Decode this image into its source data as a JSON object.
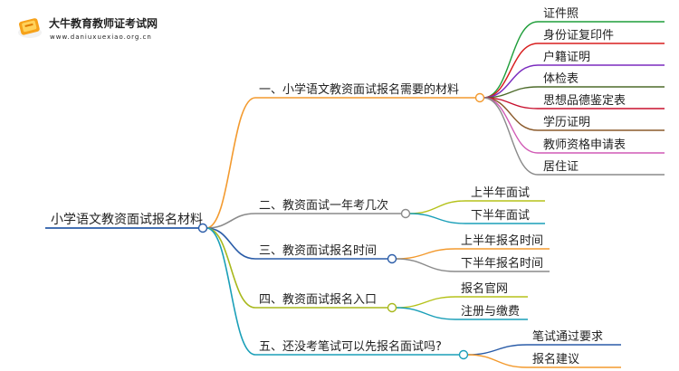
{
  "header": {
    "logo_title": "大牛教育教师证考试网",
    "logo_url": "www.daniuxuexiao.org.cn"
  },
  "root": {
    "label": "小学语文教资面试报名材料",
    "color": "#2a5ca8"
  },
  "branches": [
    {
      "label": "一、小学语文教资面试报名需要的材料",
      "color": "#f39a2e",
      "children": [
        {
          "label": "证件照",
          "color": "#1f9e3a"
        },
        {
          "label": "身份证复印件",
          "color": "#d81e1e"
        },
        {
          "label": "户籍证明",
          "color": "#7b2cbf"
        },
        {
          "label": "体检表",
          "color": "#4d6b2a"
        },
        {
          "label": "思想品德鉴定表",
          "color": "#c8102e"
        },
        {
          "label": "学历证明",
          "color": "#8b5a2b"
        },
        {
          "label": "教师资格申请表",
          "color": "#d15ab5"
        },
        {
          "label": "居住证",
          "color": "#8a8a8a"
        }
      ]
    },
    {
      "label": "二、教资面试一年考几次",
      "color": "#8a8a8a",
      "children": [
        {
          "label": "上半年面试",
          "color": "#b5c21a"
        },
        {
          "label": "下半年面试",
          "color": "#1a9fb8"
        }
      ]
    },
    {
      "label": "三、教资面试报名时间",
      "color": "#2a5ca8",
      "children": [
        {
          "label": "上半年报名时间",
          "color": "#f39a2e"
        },
        {
          "label": "下半年报名时间",
          "color": "#8a8a8a"
        }
      ]
    },
    {
      "label": "四、教资面试报名入口",
      "color": "#a8b81c",
      "children": [
        {
          "label": "报名官网",
          "color": "#b5c21a"
        },
        {
          "label": "注册与缴费",
          "color": "#1a9fb8"
        }
      ]
    },
    {
      "label": "五、还没考笔试可以先报名面试吗?",
      "color": "#1a9fb8",
      "children": [
        {
          "label": "笔试通过要求",
          "color": "#2a5ca8"
        },
        {
          "label": "报名建议",
          "color": "#f39a2e"
        }
      ]
    }
  ]
}
